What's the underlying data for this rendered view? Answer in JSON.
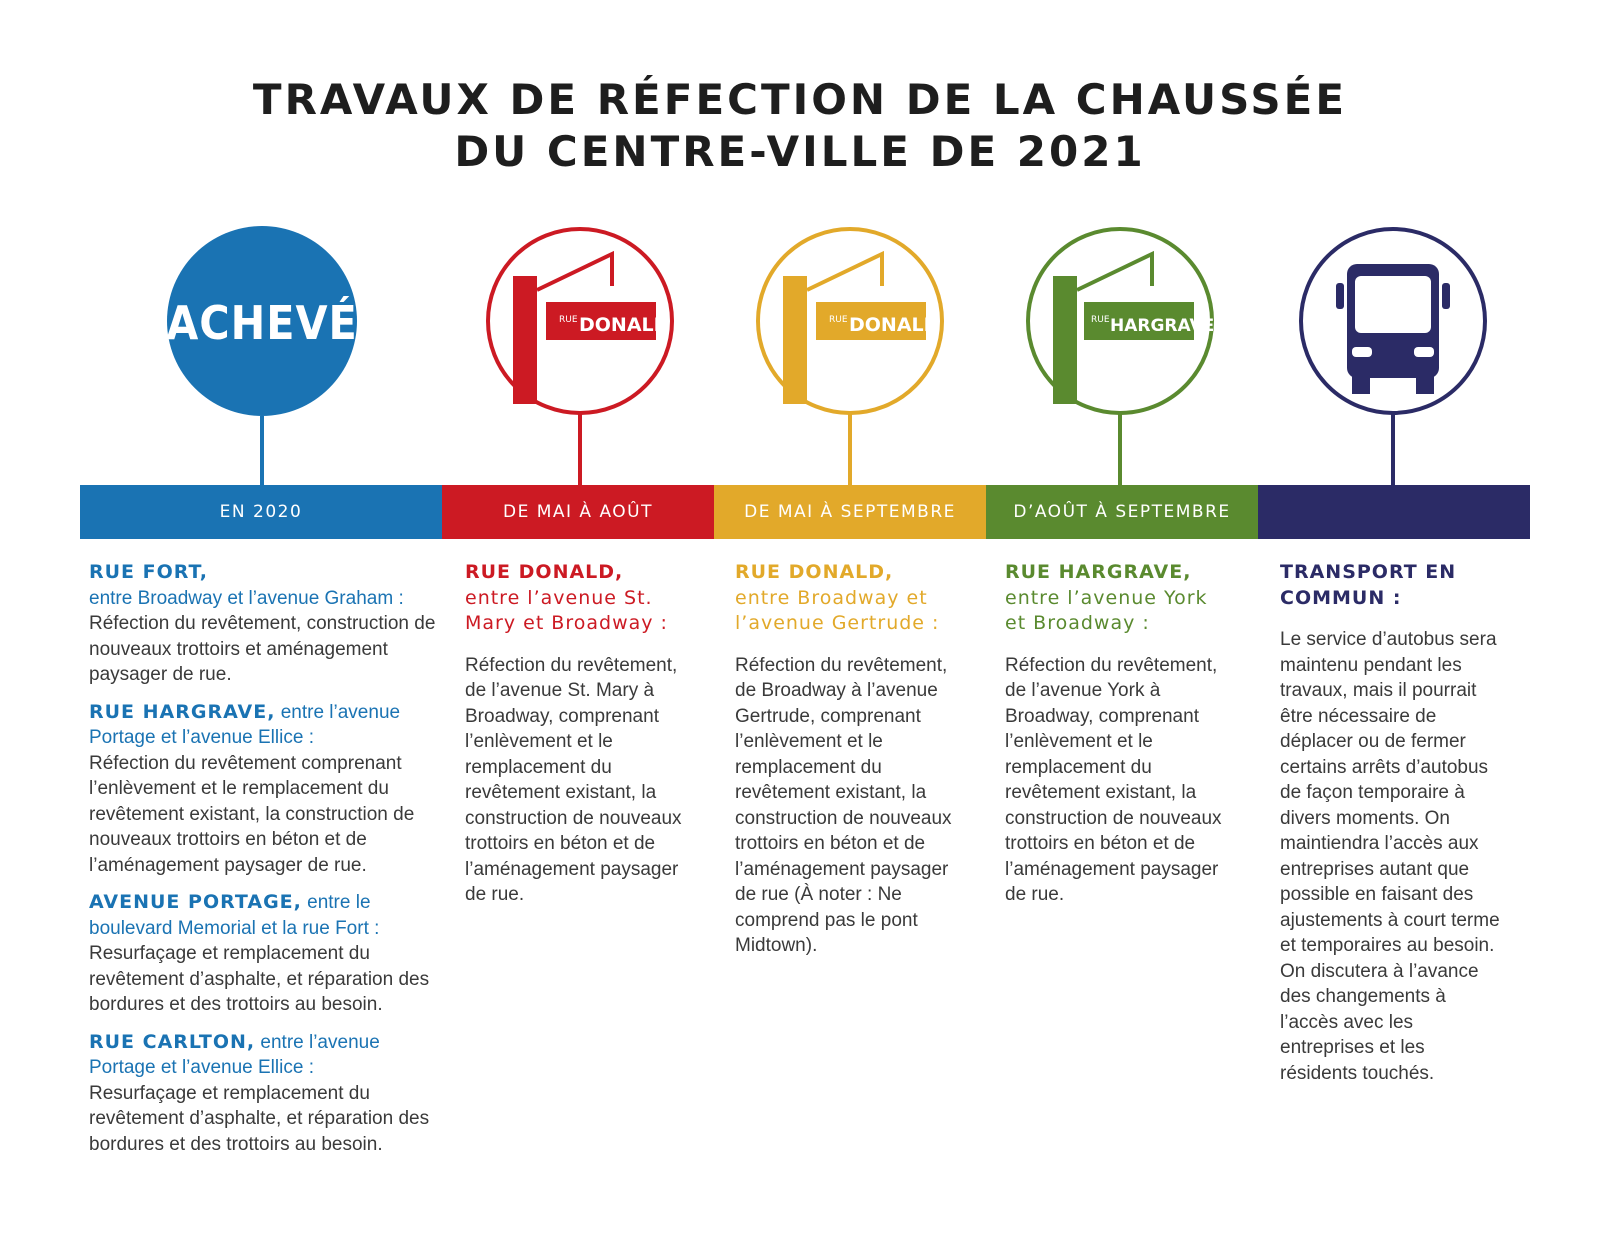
{
  "title": {
    "line1": "TRAVAUX DE RÉFECTION DE LA CHAUSSÉE",
    "line2": "DU CENTRE-VILLE DE 2021"
  },
  "colors": {
    "blue": "#1a73b3",
    "red": "#cc1a23",
    "yellow": "#e2a92a",
    "green": "#5a8a2f",
    "navy": "#2b2b66"
  },
  "icons": {
    "done": {
      "label": "ACHEVÉ"
    },
    "sign_red": {
      "prefix": "RUE",
      "name": "DONALD"
    },
    "sign_yellow": {
      "prefix": "RUE",
      "name": "DONALD"
    },
    "sign_green": {
      "prefix": "RUE",
      "name": "HARGRAVE"
    },
    "bus": {
      "name": "bus-icon"
    }
  },
  "bar": {
    "seg1": "EN 2020",
    "seg2": "DE MAI À AOÛT",
    "seg3": "DE MAI À SEPTEMBRE",
    "seg4": "D’AOÛT À SEPTEMBRE",
    "seg5": ""
  },
  "col1": {
    "e1_head": "RUE FORT,",
    "e1_sub": "entre Broadway et l’avenue Graham :",
    "e1_body": "Réfection du revêtement, construction de nouveaux trottoirs et aménagement paysager de rue.",
    "e2_head": "RUE HARGRAVE,",
    "e2_sub": " entre l’avenue Portage et l’avenue Ellice :",
    "e2_body": "Réfection du revêtement comprenant l’enlèvement et le remplacement du revêtement existant, la construction de nouveaux trottoirs en béton et de l’aménagement paysager de rue.",
    "e3_head": "AVENUE PORTAGE,",
    "e3_sub": " entre le boulevard Memorial et la rue Fort :",
    "e3_body": "Resurfaçage et remplacement du revêtement d’asphalte, et réparation des bordures et des trottoirs au besoin.",
    "e4_head": "RUE CARLTON,",
    "e4_sub": " entre l’avenue Portage et l’avenue Ellice :",
    "e4_body": "Resurfaçage et remplacement du revêtement d’asphalte, et réparation des bordures et des trottoirs au besoin."
  },
  "col2": {
    "head": "RUE DONALD,",
    "sub": "entre l’avenue St. Mary et Broadway :",
    "body": "Réfection du revêtement, de l’avenue St. Mary à Broadway, comprenant l’enlèvement et le remplacement du revêtement existant, la construction de nouveaux trottoirs en béton et de l’aménagement paysager de rue."
  },
  "col3": {
    "head": "RUE DONALD,",
    "sub": "entre Broadway et l’avenue Gertrude :",
    "body": "Réfection du revêtement, de Broadway à l’avenue Gertrude, comprenant l’enlèvement et le remplacement du revêtement existant, la construction de nouveaux trottoirs en béton et de l’aménagement paysager de rue (À noter : Ne comprend pas le pont Midtown)."
  },
  "col4": {
    "head": "RUE HARGRAVE,",
    "sub": "entre l’avenue York et Broadway :",
    "body": "Réfection du revêtement, de l’avenue York à Broadway, comprenant l’enlèvement et le remplacement du revêtement existant, la construction de nouveaux trottoirs en béton et de l’aménagement paysager de rue."
  },
  "col5": {
    "head": "TRANSPORT EN COMMUN :",
    "body": "Le service d’autobus sera maintenu pendant les travaux, mais il pourrait être nécessaire de déplacer ou de fermer certains arrêts d’autobus de façon temporaire à divers moments. On maintiendra l’accès aux entreprises autant que possible en faisant des ajustements à court terme et temporaires au besoin. On discutera à l’avance des changements à l’accès avec les entreprises et les résidents touchés."
  }
}
